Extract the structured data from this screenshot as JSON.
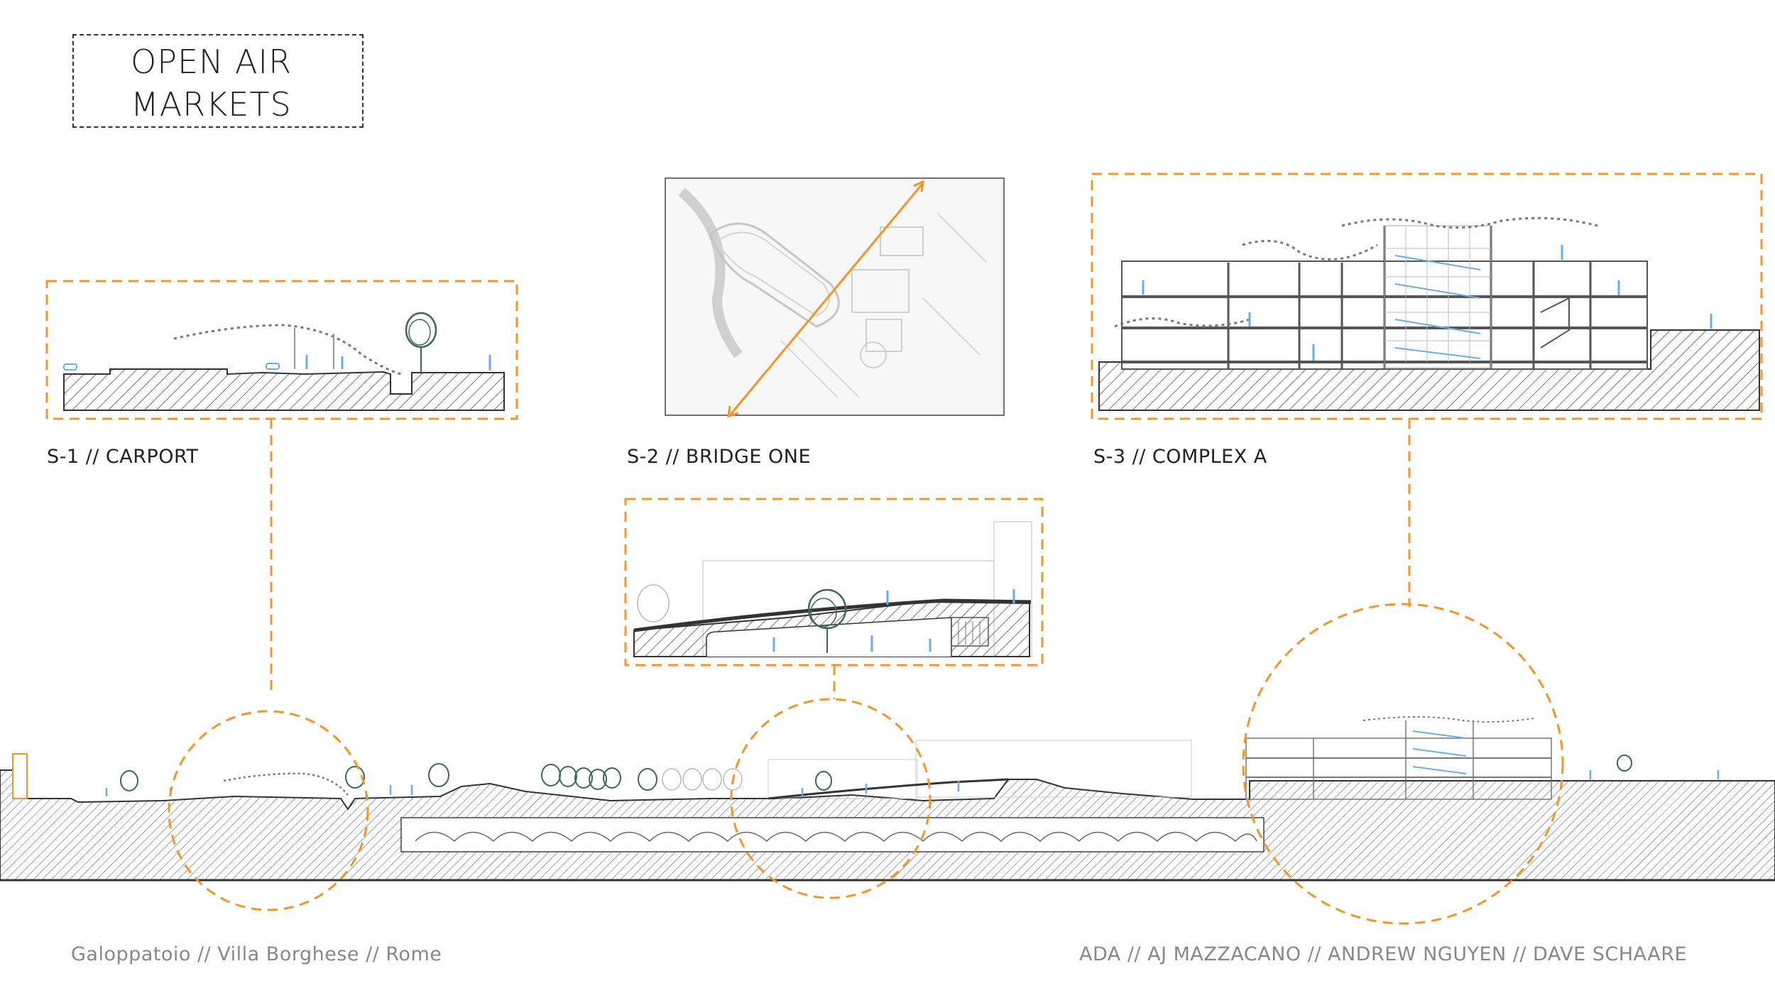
{
  "title": {
    "line1": "OPEN AIR",
    "line2": "MARKETS"
  },
  "sections": [
    {
      "id": "s1",
      "label": "S-1  // CARPORT"
    },
    {
      "id": "s2",
      "label": "S-2  // BRIDGE ONE"
    },
    {
      "id": "s3",
      "label": "S-3 // COMPLEX A"
    }
  ],
  "footer": {
    "location": "Galoppatoio // Villa Borghese // Rome",
    "credits": "ADA // AJ MAZZACANO // ANDREW NGUYEN // DAVE SCHAARE"
  },
  "colors": {
    "accent": "#f0962a",
    "line": "#333333",
    "people": "#6aaee0",
    "tree": "#3c6a4e",
    "hatch": "#555555"
  }
}
